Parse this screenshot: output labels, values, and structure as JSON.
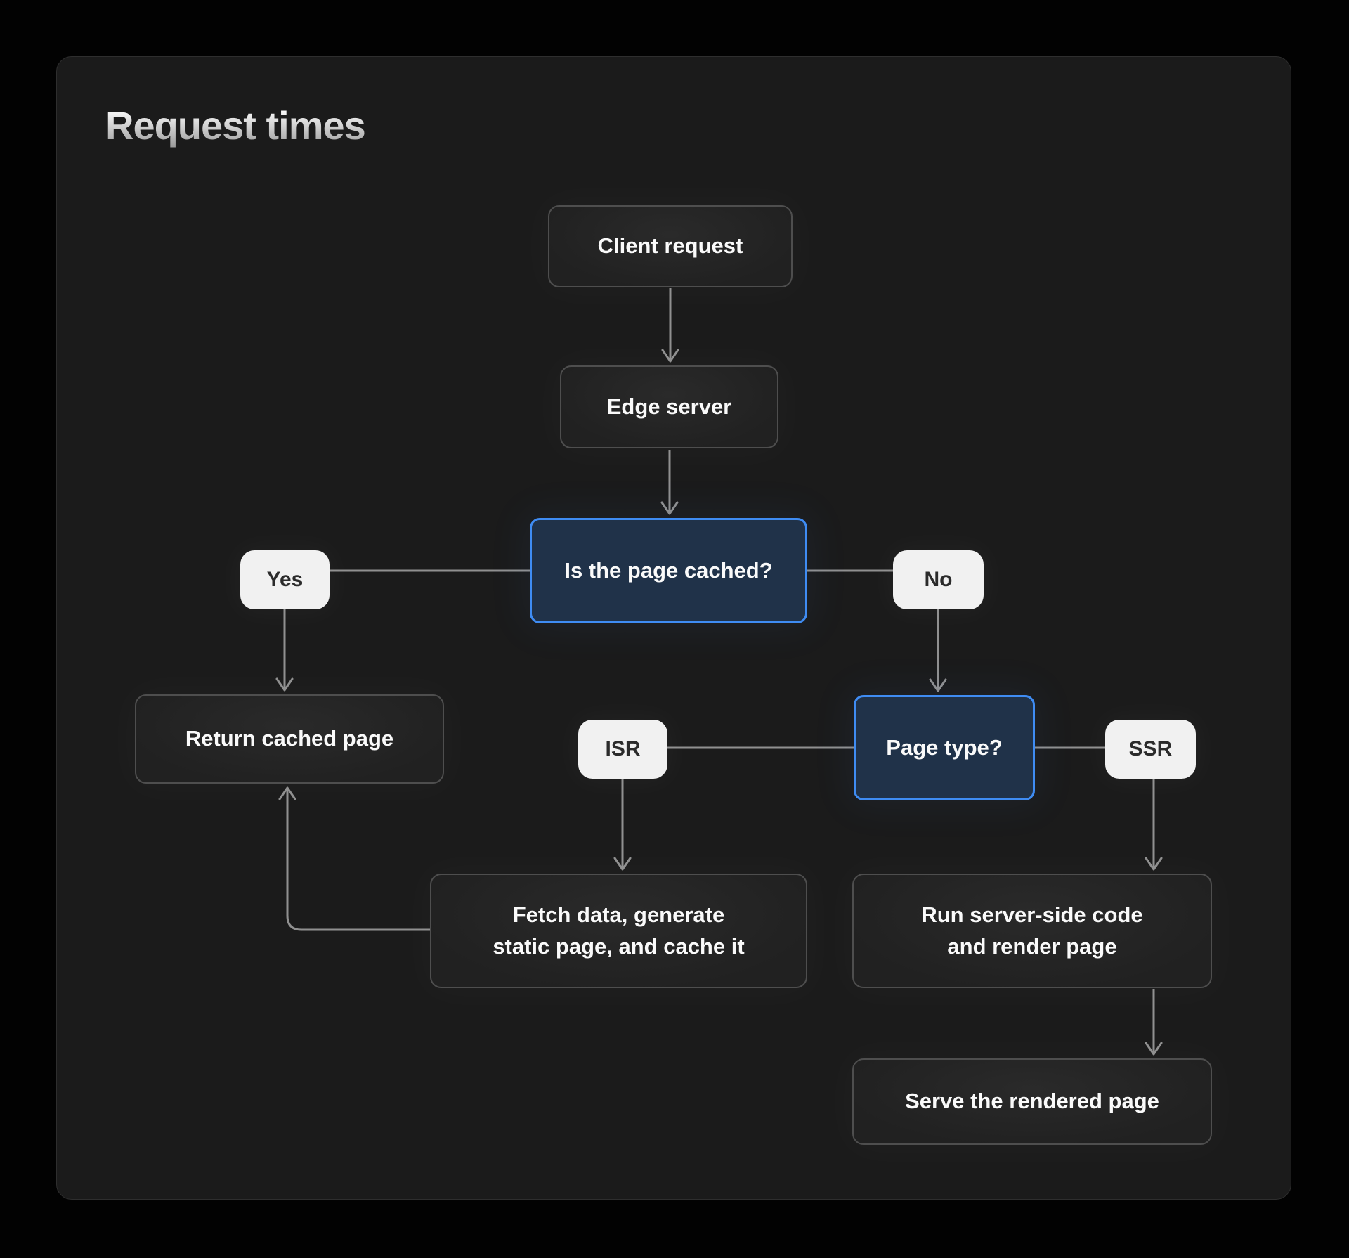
{
  "title": "Request times",
  "colors": {
    "background": "#020202",
    "panel": "#1b1b1b",
    "node_fill": "#242424",
    "node_border": "#4e4e4e",
    "decision_fill": "#203249",
    "decision_border": "#3f8cf3",
    "chip_fill": "#f1f1f1",
    "chip_text": "#2b2b2b",
    "node_text": "#fafafa",
    "connector": "#909090"
  },
  "nodes": [
    {
      "id": "client-request",
      "type": "default",
      "label": "Client request"
    },
    {
      "id": "edge-server",
      "type": "default",
      "label": "Edge server"
    },
    {
      "id": "is-page-cached",
      "type": "decision",
      "label": "Is the page cached?"
    },
    {
      "id": "yes",
      "type": "chip",
      "label": "Yes"
    },
    {
      "id": "no",
      "type": "chip",
      "label": "No"
    },
    {
      "id": "return-cached-page",
      "type": "default",
      "label": "Return cached page"
    },
    {
      "id": "isr",
      "type": "chip",
      "label": "ISR"
    },
    {
      "id": "page-type",
      "type": "decision",
      "label": "Page type?"
    },
    {
      "id": "ssr",
      "type": "chip",
      "label": "SSR"
    },
    {
      "id": "fetch-generate",
      "type": "default",
      "label": "Fetch data, generate\nstatic page, and cache it"
    },
    {
      "id": "run-server-code",
      "type": "default",
      "label": "Run server-side code\nand render page"
    },
    {
      "id": "serve-rendered",
      "type": "default",
      "label": "Serve the rendered page"
    }
  ],
  "edges": [
    {
      "from": "client-request",
      "to": "edge-server"
    },
    {
      "from": "edge-server",
      "to": "is-page-cached"
    },
    {
      "from": "is-page-cached",
      "to": "return-cached-page",
      "label": "Yes"
    },
    {
      "from": "is-page-cached",
      "to": "page-type",
      "label": "No"
    },
    {
      "from": "page-type",
      "to": "fetch-generate",
      "label": "ISR"
    },
    {
      "from": "page-type",
      "to": "run-server-code",
      "label": "SSR"
    },
    {
      "from": "fetch-generate",
      "to": "return-cached-page"
    },
    {
      "from": "run-server-code",
      "to": "serve-rendered"
    }
  ]
}
